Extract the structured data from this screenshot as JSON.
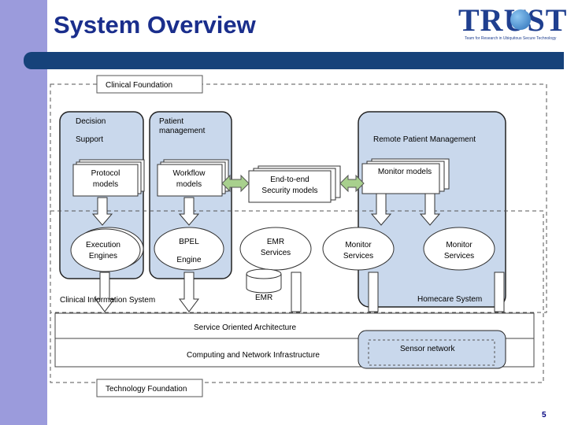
{
  "slide": {
    "title": "System Overview",
    "page_number": "5"
  },
  "logo": {
    "name": "TRUST",
    "tagline": "Team for Research in Ubiquitous Secure Technology"
  },
  "diagram": {
    "clinical_foundation": "Clinical Foundation",
    "technology_foundation": "Technology Foundation",
    "decision_support": [
      "Decision",
      "Support"
    ],
    "patient_management": [
      "Patient",
      "management"
    ],
    "remote_patient_management": "Remote Patient Management",
    "protocol_models": [
      "Protocol",
      "models"
    ],
    "workflow_models": [
      "Workflow",
      "models"
    ],
    "end_to_end_security": [
      "End-to-end",
      "Security models"
    ],
    "monitor_models": "Monitor models",
    "execution_engines": [
      "Execution",
      "Engines"
    ],
    "bpel_engine": [
      "BPEL",
      "Engine"
    ],
    "emr_services": [
      "EMR",
      "Services"
    ],
    "monitor_services_1": [
      "Monitor",
      "Services"
    ],
    "monitor_services_2": [
      "Monitor",
      "Services"
    ],
    "emr_db": "EMR",
    "clinical_information_system": "Clinical Information System",
    "homecare_system": "Homecare System",
    "service_oriented_architecture": "Service Oriented Architecture",
    "computing_network_infrastructure": "Computing and Network Infrastructure",
    "sensor_network": "Sensor network"
  },
  "colors": {
    "title": "#1a2e8c",
    "title_bar": "#16427a",
    "side_bar": "#9b9bdc",
    "panel_fill": "#c9d8ec",
    "arrow_fill": "#a8d08d"
  }
}
